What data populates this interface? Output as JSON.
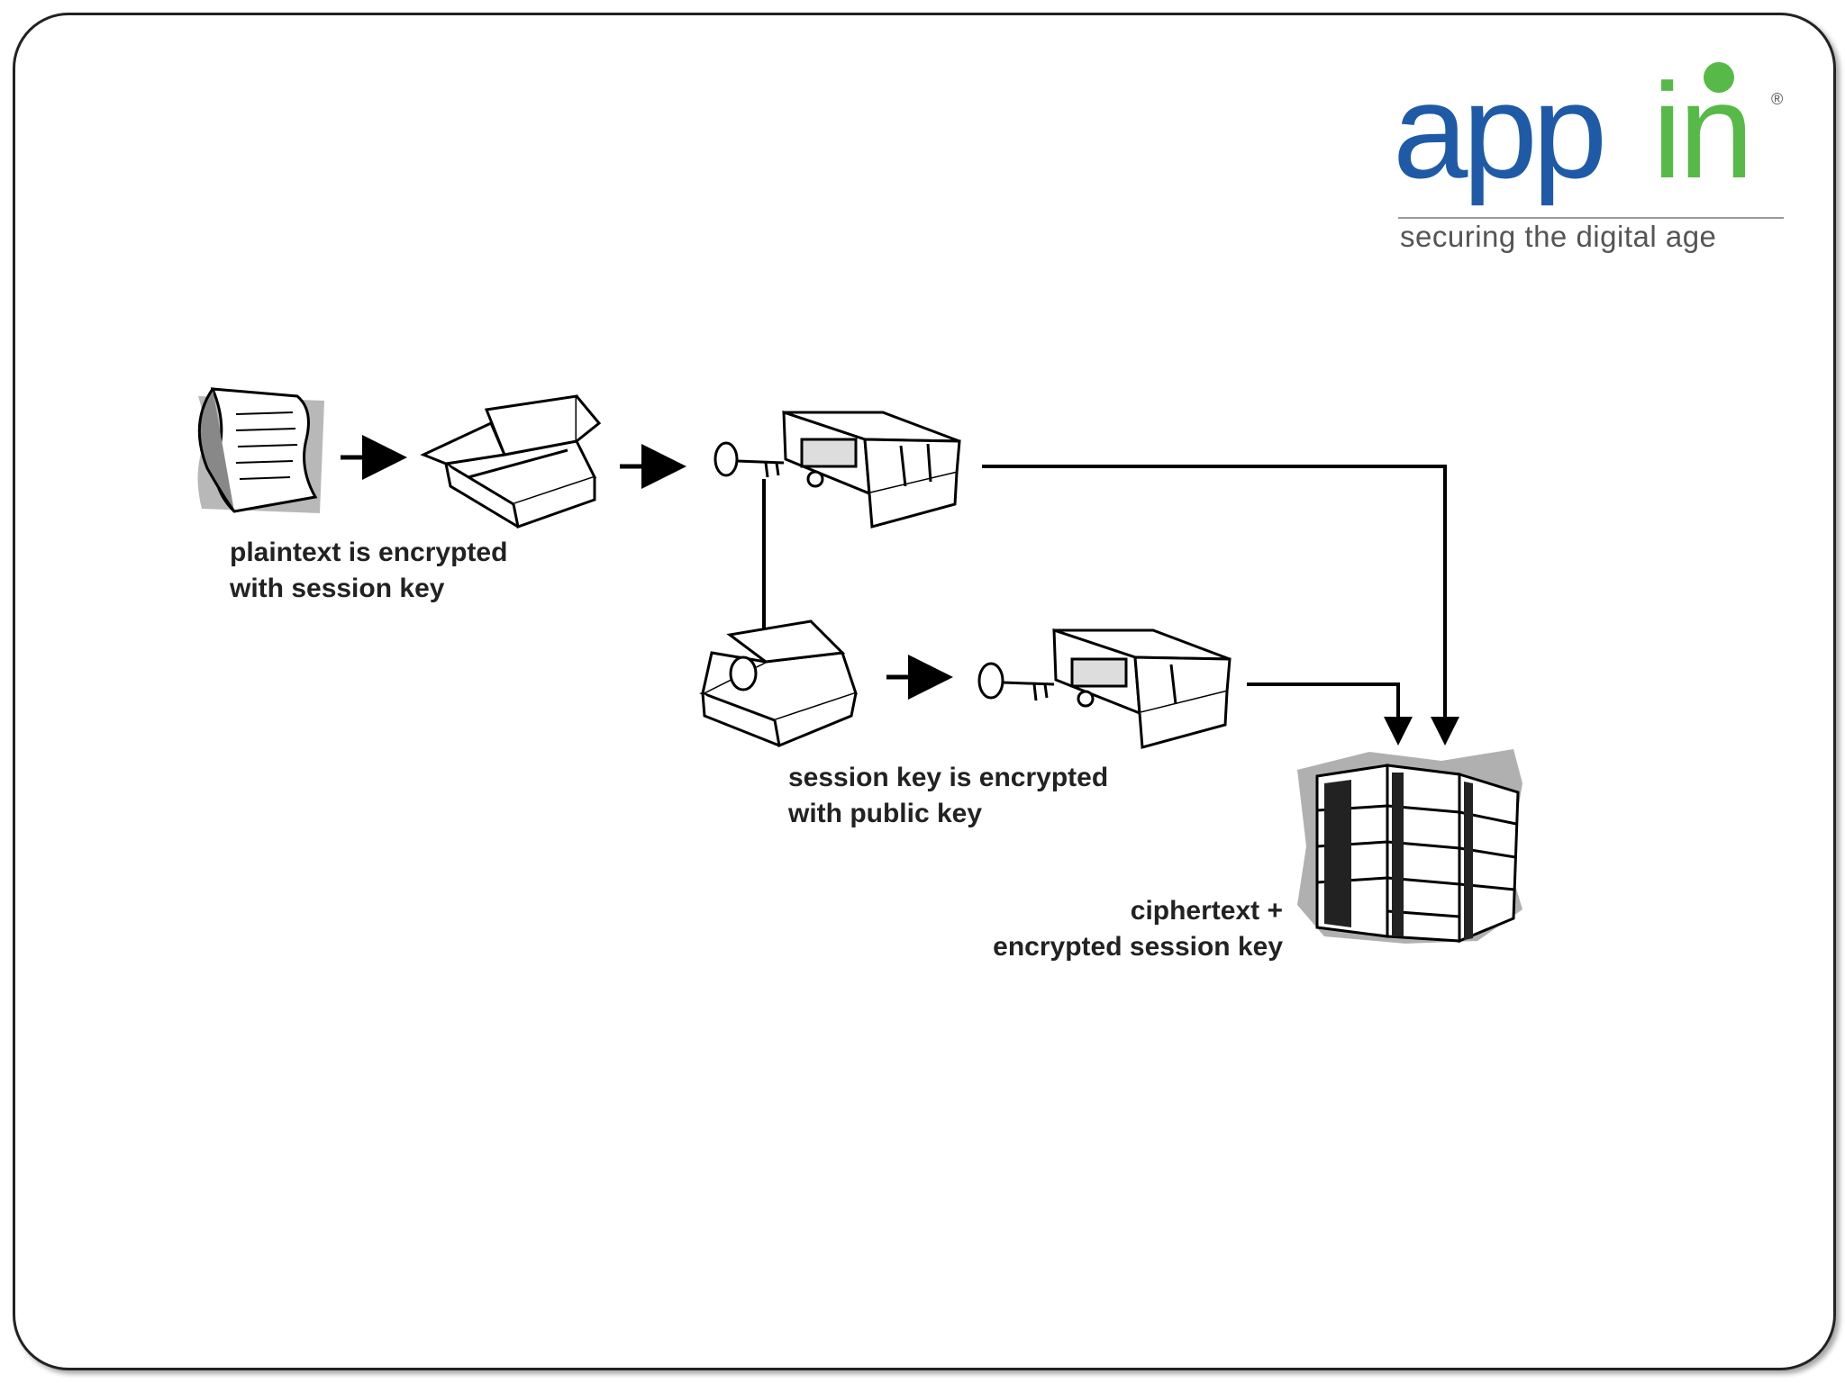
{
  "logo": {
    "name_prefix": "app",
    "name_suffix": "in",
    "registered_mark": "®",
    "tagline": "securing the digital age",
    "colors": {
      "blue": "#1f5aa6",
      "green": "#57b947",
      "gray": "#555555"
    }
  },
  "diagram": {
    "plaintext_caption": [
      "plaintext is encrypted",
      "with session key"
    ],
    "session_caption": [
      "session key is encrypted",
      "with public key"
    ],
    "cipher_caption": [
      "ciphertext +",
      "encrypted session key"
    ],
    "icons": [
      "document-icon",
      "open-box-icon",
      "locked-box-icon",
      "key-icon",
      "stack-of-boxes-icon"
    ]
  }
}
